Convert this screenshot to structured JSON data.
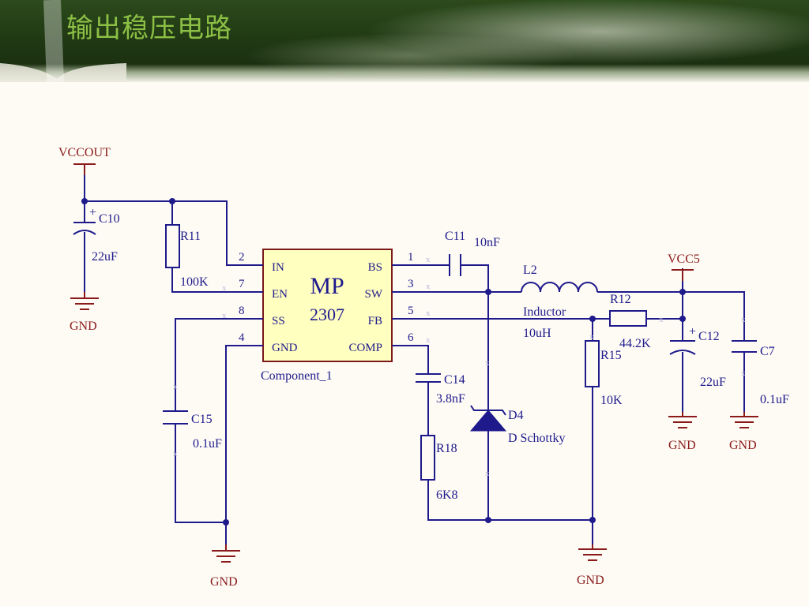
{
  "slide": {
    "title": "输出稳压电路"
  },
  "colors": {
    "wire": "#1f1a8c",
    "power": "#8b1a1a",
    "chip_fill": "#ffffc0",
    "title": "#8cbf45"
  },
  "ic": {
    "name_line1": "MP",
    "name_line2": "2307",
    "ref": "Component_1",
    "pins_left": [
      {
        "num": "2",
        "name": "IN"
      },
      {
        "num": "7",
        "name": "EN"
      },
      {
        "num": "8",
        "name": "SS"
      },
      {
        "num": "4",
        "name": "GND"
      }
    ],
    "pins_right": [
      {
        "num": "1",
        "name": "BS"
      },
      {
        "num": "3",
        "name": "SW"
      },
      {
        "num": "5",
        "name": "FB"
      },
      {
        "num": "6",
        "name": "COMP"
      }
    ]
  },
  "power": {
    "vccout": "VCCOUT",
    "vcc5": "VCC5",
    "gnd": "GND"
  },
  "components": {
    "C10": {
      "ref": "C10",
      "value": "22uF"
    },
    "R11": {
      "ref": "R11",
      "value": "100K"
    },
    "C15": {
      "ref": "C15",
      "value": "0.1uF"
    },
    "C11": {
      "ref": "C11",
      "value": "10nF"
    },
    "L2": {
      "ref": "L2",
      "type": "Inductor",
      "value": "10uH"
    },
    "R12": {
      "ref": "R12",
      "value": "44.2K"
    },
    "R15": {
      "ref": "R15",
      "value": "10K"
    },
    "C12": {
      "ref": "C12",
      "value": "22uF"
    },
    "C7": {
      "ref": "C7",
      "value": "0.1uF"
    },
    "C14": {
      "ref": "C14",
      "value": "3.8nF"
    },
    "R18": {
      "ref": "R18",
      "value": "6K8"
    },
    "D4": {
      "ref": "D4",
      "type": "D Schottky"
    }
  },
  "marks": {
    "plus": "+",
    "no_connect": "x"
  }
}
